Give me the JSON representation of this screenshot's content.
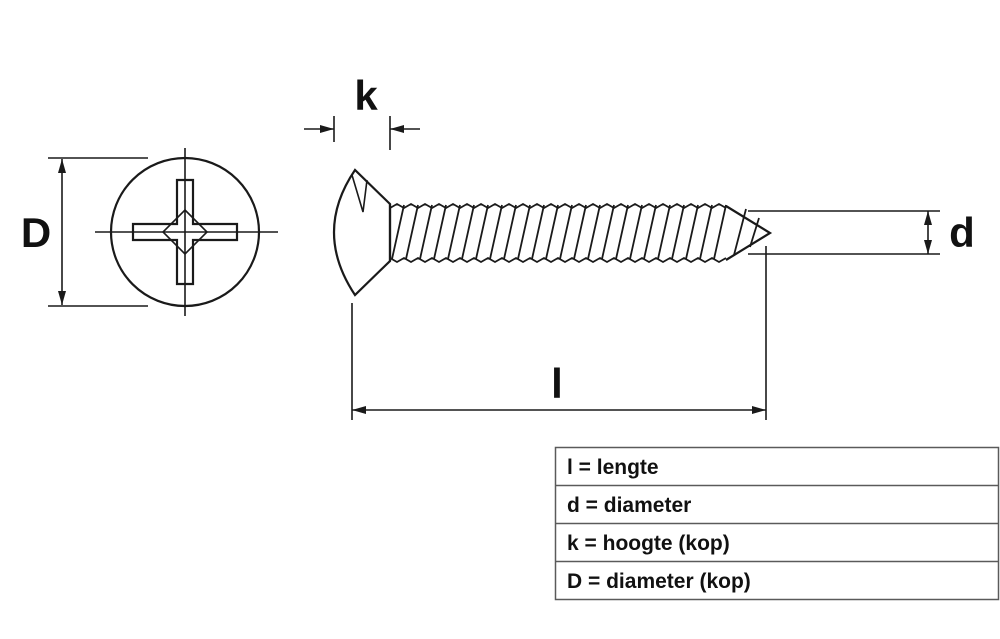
{
  "diagram": {
    "title": "screw-dimension-drawing",
    "dimension_labels": {
      "k": "k",
      "D": "D",
      "d": "d",
      "l": "l"
    }
  },
  "legend": {
    "rows": [
      "l = lengte",
      "d = diameter",
      "k = hoogte (kop)",
      "D = diameter (kop)"
    ]
  },
  "colors": {
    "line": "#1a1a1a",
    "background": "#ffffff",
    "table_border": "#5a5a5a"
  }
}
